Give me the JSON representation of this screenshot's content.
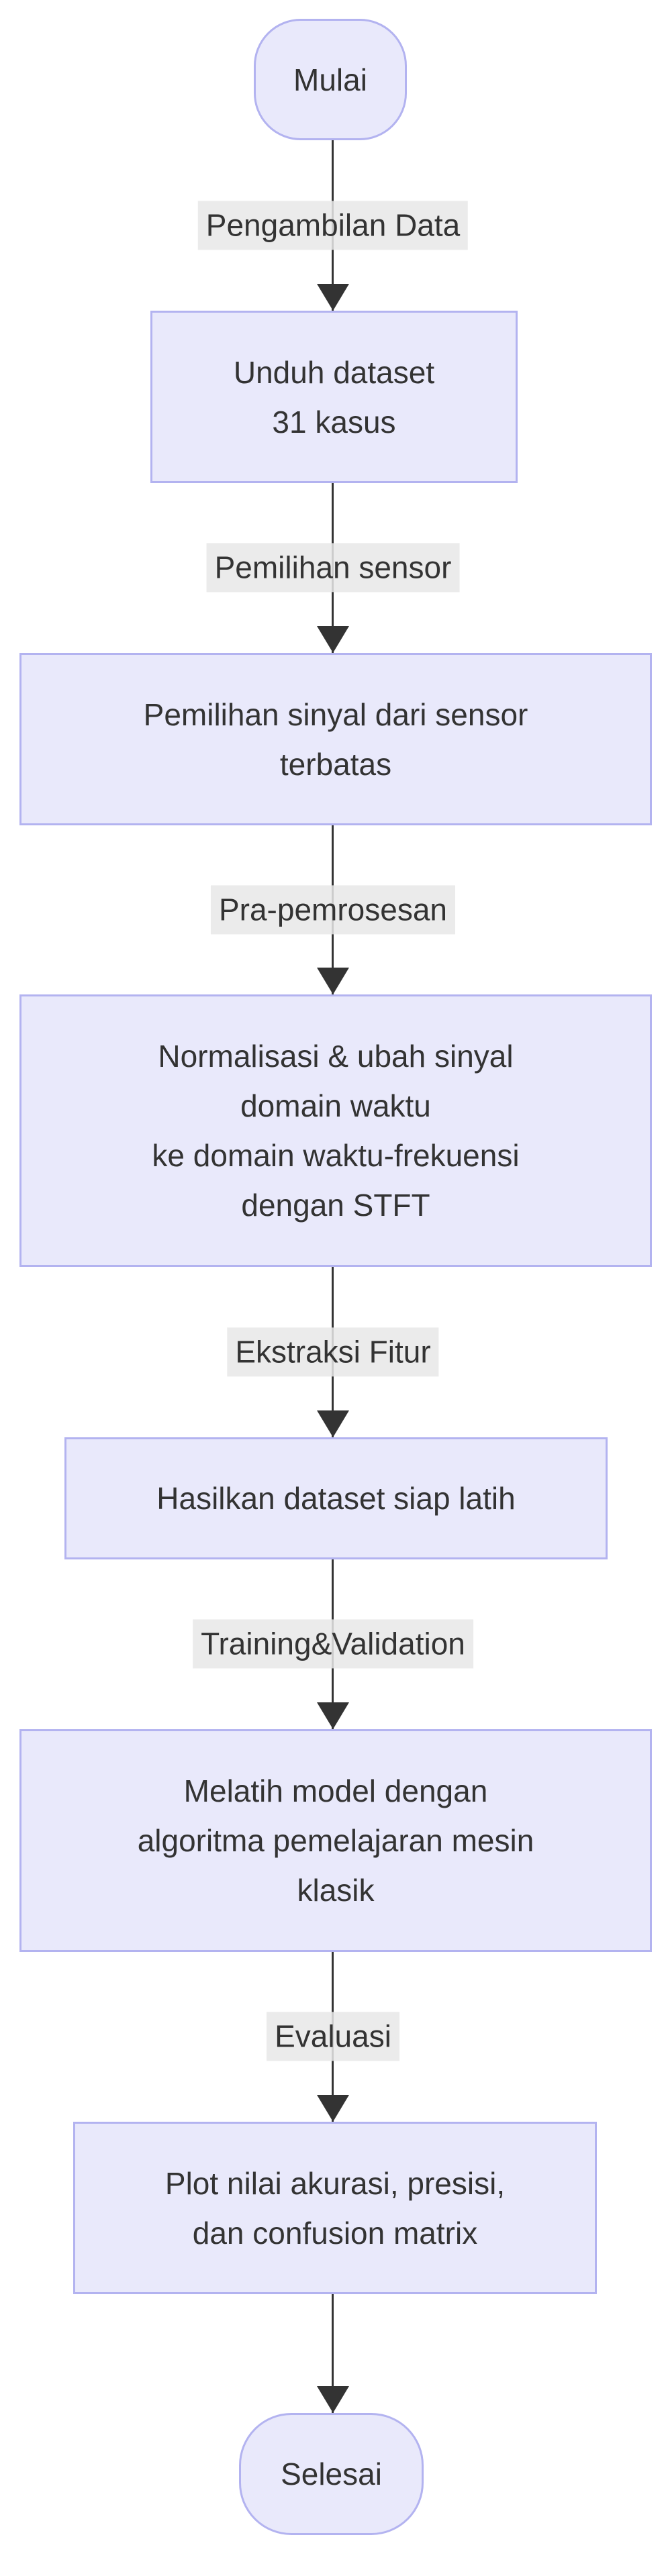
{
  "diagram": {
    "type": "flowchart",
    "direction": "top-to-bottom",
    "language": "Indonesian"
  },
  "colors": {
    "node_fill": "#e9e9fb",
    "node_border": "#b3b3f0",
    "edge_color": "#333333",
    "text_color": "#333333"
  },
  "nodes": {
    "start": {
      "shape": "stadium",
      "label": "Mulai"
    },
    "download": {
      "shape": "rect",
      "label": "Unduh dataset\n31 kasus"
    },
    "select_sensor": {
      "shape": "rect",
      "label": "Pemilihan sinyal dari sensor\nterbatas"
    },
    "preprocess": {
      "shape": "rect",
      "label": "Normalisasi & ubah sinyal\ndomain waktu\nke domain waktu-frekuensi\ndengan STFT"
    },
    "feature_dataset": {
      "shape": "rect",
      "label": "Hasilkan dataset siap latih"
    },
    "train_model": {
      "shape": "rect",
      "label": "Melatih model dengan\nalgoritma pemelajaran mesin\nklasik"
    },
    "plot_results": {
      "shape": "rect",
      "label": "Plot nilai akurasi, presisi,\ndan confusion matrix"
    },
    "end": {
      "shape": "stadium",
      "label": "Selesai"
    }
  },
  "edges": {
    "e1": {
      "from": "start",
      "to": "download",
      "label": "Pengambilan Data"
    },
    "e2": {
      "from": "download",
      "to": "select_sensor",
      "label": "Pemilihan sensor"
    },
    "e3": {
      "from": "select_sensor",
      "to": "preprocess",
      "label": "Pra-pemrosesan"
    },
    "e4": {
      "from": "preprocess",
      "to": "feature_dataset",
      "label": "Ekstraksi Fitur"
    },
    "e5": {
      "from": "feature_dataset",
      "to": "train_model",
      "label": "Training&Validation"
    },
    "e6": {
      "from": "train_model",
      "to": "plot_results",
      "label": "Evaluasi"
    },
    "e7": {
      "from": "plot_results",
      "to": "end",
      "label": ""
    }
  }
}
